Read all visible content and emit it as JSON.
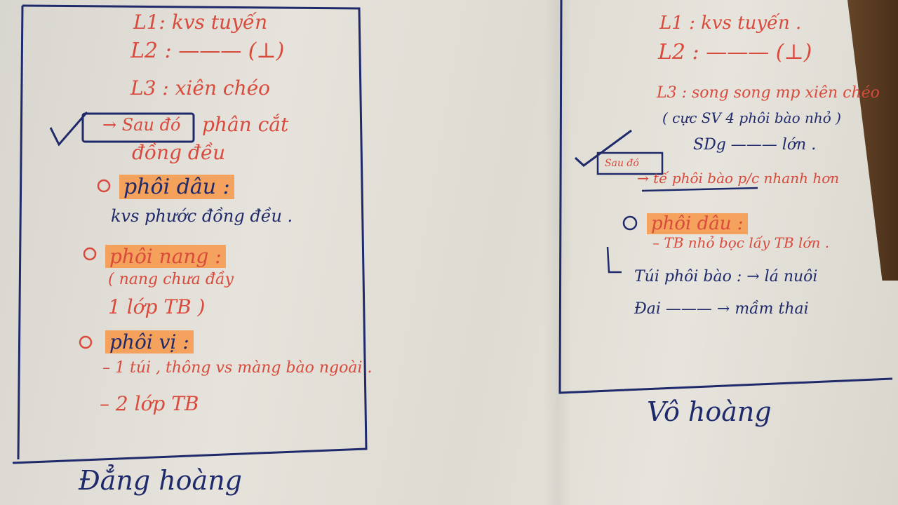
{
  "left_page": {
    "lines": [
      "L1: kvs tuyến",
      "L2 : ——— (⊥)",
      "L3 : xiên chéo",
      "→ Sau đó",
      "phân cắt",
      "đồng đều",
      "phôi dâu :",
      "kvs phước đồng đều .",
      "phôi nang :",
      "( nang chưa đầy",
      "1 lớp TB        )",
      "phôi vị :",
      "– 1 túi , thông vs màng bào ngoài .",
      "– 2 lớp TB"
    ],
    "caption": "Đẳng hoàng"
  },
  "right_page": {
    "lines": [
      "L1 : kvs tuyến .",
      "L2 : ——— (⊥)",
      "L3 : song song mp xiên chéo",
      "( cực SV 4 phôi bào nhỏ )",
      "SDg ——— lớn .",
      "Sau đó",
      "→ tế phôi bào p/c nhanh hơn",
      "phôi dâu :",
      "– TB nhỏ bọc lấy TB lớn .",
      "Túi phôi bào : → lá nuôi",
      "Đai ——— → mầm thai"
    ],
    "caption": "Vô hoàng"
  },
  "colors": {
    "red_ink": "#d94a3c",
    "blue_ink": "#1f2a6b",
    "highlight": "#f79646",
    "paper": "#e3e0d8"
  }
}
